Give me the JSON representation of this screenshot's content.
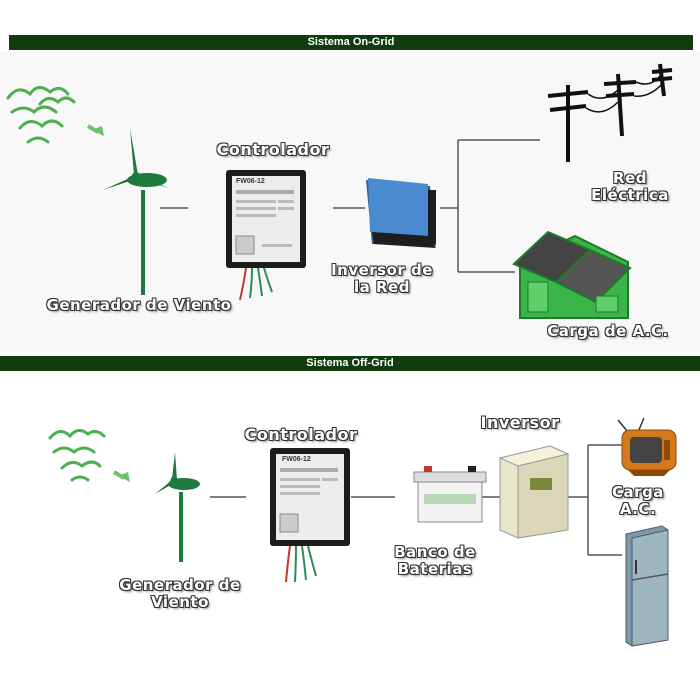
{
  "sections": {
    "on_grid": {
      "title": "Sistema On-Grid",
      "labels": {
        "controller": "Controlador",
        "generator": "Generador de Viento",
        "inverter_line1": "Inversor de",
        "inverter_line2": "la Red",
        "grid_line1": "Red",
        "grid_line2": "Eléctrica",
        "ac_load": "Carga de A.C."
      },
      "controller_model": "FW06-12"
    },
    "off_grid": {
      "title": "Sistema Off-Grid",
      "labels": {
        "controller": "Controlador",
        "inverter": "Inversor",
        "generator_line1": "Generador de",
        "generator_line2": "Viento",
        "battery_line1": "Banco de",
        "battery_line2": "Baterias",
        "ac_load_line1": "Carga",
        "ac_load_line2": "A.C."
      },
      "controller_model": "FW06-12"
    }
  },
  "colors": {
    "bar": "#0f3d0f",
    "turbine": "#1e7a3c",
    "wind": "#4caf50",
    "controller": "#1c1c1c",
    "inverter_blue": "#3f7fbf",
    "house_green": "#3bb54a",
    "line": "#555555"
  }
}
